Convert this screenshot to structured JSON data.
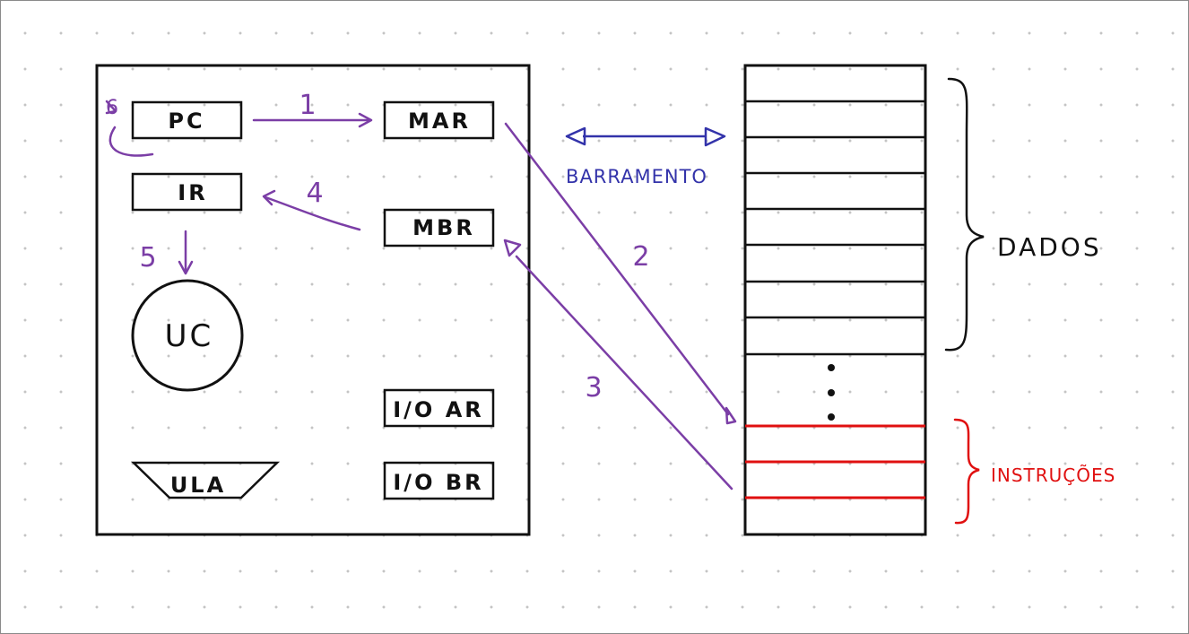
{
  "registers": {
    "pc": "PC",
    "mar": "MAR",
    "ir": "IR",
    "mbr": "MBR",
    "ioar": "I/O AR",
    "iobr": "I/O BR"
  },
  "units": {
    "uc": "UC",
    "ula": "ULA"
  },
  "steps": {
    "s1": "1",
    "s2": "2",
    "s3": "3",
    "s4": "4",
    "s5": "5",
    "s6": "6"
  },
  "bus_label": "BARRAMENTO",
  "memory": {
    "data_label": "DADOS",
    "instr_label": "INSTRUÇÕES"
  },
  "colors": {
    "arrows": "#7b3ea6",
    "bus": "#3333aa",
    "instructions": "#e01010",
    "ink": "#111111"
  }
}
